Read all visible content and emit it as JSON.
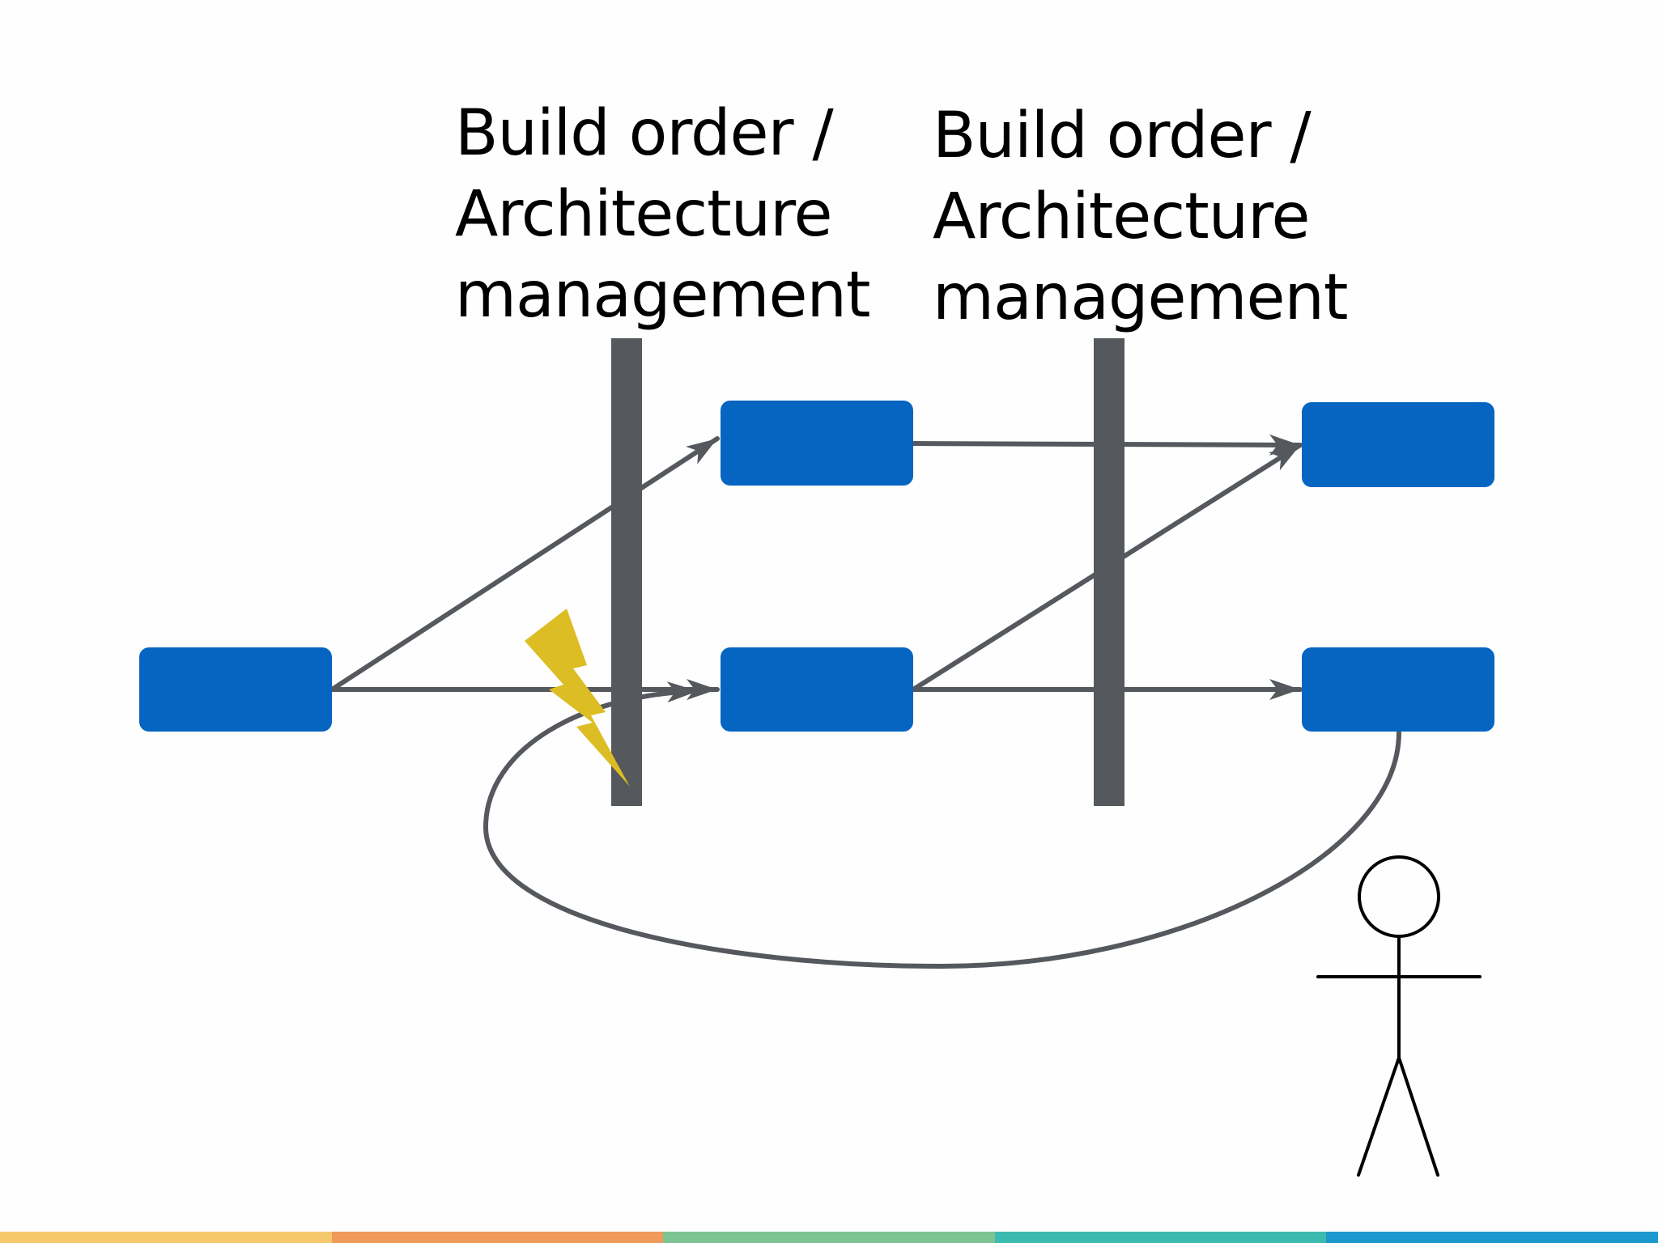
{
  "labels": {
    "left": {
      "line1": "Build order /",
      "line2": "Architecture",
      "line3": "management"
    },
    "right": {
      "line1": "Build order /",
      "line2": "Architecture",
      "line3": "management"
    }
  },
  "colors": {
    "box_fill": "#0565c1",
    "arrow": "#55585d",
    "barrier": "#55585d",
    "lightning": "#dcbd23",
    "figure": "#000000",
    "footer": [
      "#f5c96b",
      "#ef9a58",
      "#7cc592",
      "#3cbab0",
      "#1d98cf"
    ]
  },
  "icons": {
    "lightning": "lightning-bolt-icon",
    "person": "stick-figure-icon"
  }
}
